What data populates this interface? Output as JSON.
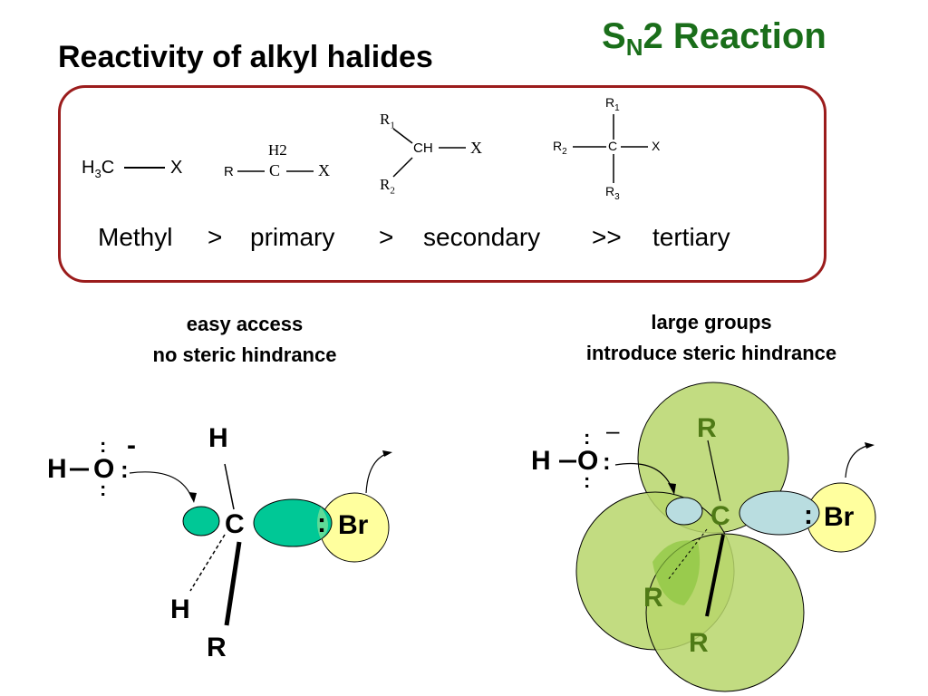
{
  "title": "Reactivity of alkyl halides",
  "header": {
    "sn": "S",
    "sub": "N",
    "rest": "2 Reaction"
  },
  "structures": {
    "methyl": {
      "left": "H",
      "sub": "3",
      "c": "C",
      "x": "X"
    },
    "primary": {
      "r": "R",
      "c": "C",
      "x": "X",
      "h2": "H2"
    },
    "secondary": {
      "r1": "R",
      "r1sub": "1",
      "ch": "CH",
      "x": "X",
      "r2": "R",
      "r2sub": "2"
    },
    "tertiary": {
      "r1": "R",
      "r1sub": "1",
      "r2": "R",
      "r2sub": "2",
      "c": "C",
      "x": "X",
      "r3": "R",
      "r3sub": "3"
    }
  },
  "order": {
    "methyl": "Methyl",
    "gt1": ">",
    "primary": "primary",
    "gt2": ">",
    "secondary": "secondary",
    "gt3": ">>",
    "tertiary": "tertiary"
  },
  "left_caption": {
    "line1": "easy access",
    "line2": "no steric hindrance"
  },
  "right_caption": {
    "line1": "large groups",
    "line2": "introduce steric hindrance"
  },
  "left_diagram": {
    "h_nuc": "H",
    "o": "O",
    "charge": "-",
    "dots": ":",
    "h_top": "H",
    "c": "C",
    "colon": ":",
    "br": "Br",
    "h_bottom": "H",
    "r": "R"
  },
  "right_diagram": {
    "h_nuc": "H",
    "o": "O",
    "charge": "–",
    "dots": ":",
    "r_top": "R",
    "c": "C",
    "colon": ":",
    "br": "Br",
    "r_left": "R",
    "r_bottom": "R"
  },
  "colors": {
    "title_green": "#1a6e1a",
    "box_border": "#9b1c1c",
    "orbital_teal": "#00c896",
    "br_yellow": "#ffff9e",
    "group_green": "#b7d66b",
    "orbital_light_blue": "#b9dde0"
  }
}
